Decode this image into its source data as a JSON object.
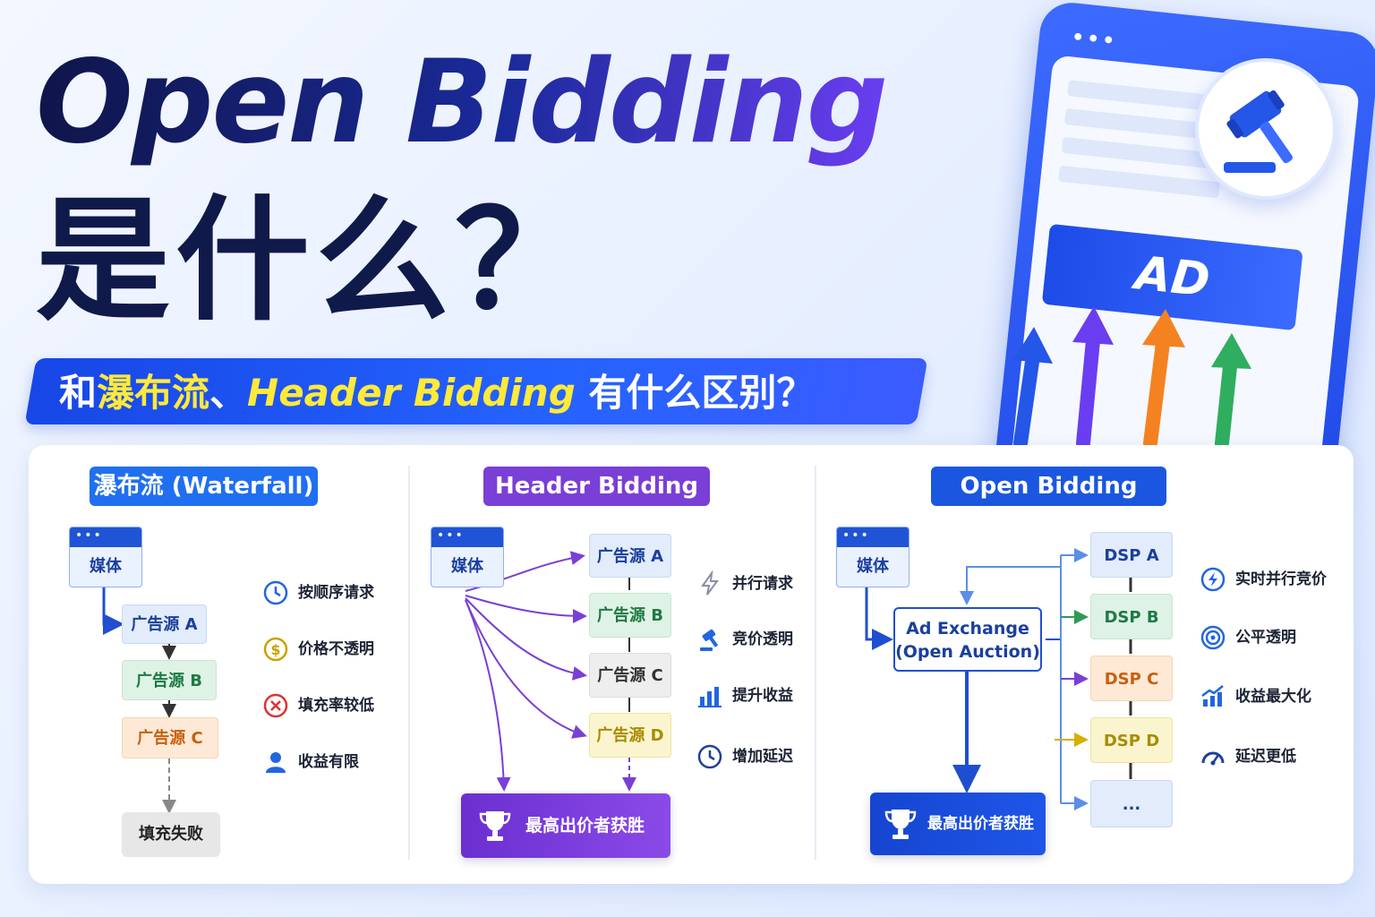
{
  "title": {
    "line1": "Open Bidding",
    "line2": "是什么？",
    "subtitle_prefix": "和",
    "subtitle_waterfall": "瀑布流",
    "subtitle_sep": "、",
    "subtitle_hb": "Header Bidding",
    "subtitle_suffix": " 有什么区别？"
  },
  "hero": {
    "ad_label": "AD",
    "window_dots": "•••"
  },
  "waterfall": {
    "title": "瀑布流 (Waterfall)",
    "media": "媒体",
    "dots": "•••",
    "sources": [
      "广告源 A",
      "广告源 B",
      "广告源 C"
    ],
    "fail": "填充失败",
    "features": [
      "按顺序请求",
      "价格不透明",
      "填充率较低",
      "收益有限"
    ]
  },
  "header_bidding": {
    "title": "Header Bidding",
    "media": "媒体",
    "dots": "•••",
    "sources": [
      "广告源 A",
      "广告源 B",
      "广告源 C",
      "广告源 D"
    ],
    "winner": "最高出价者获胜",
    "features": [
      "并行请求",
      "竞价透明",
      "提升收益",
      "增加延迟"
    ]
  },
  "open_bidding": {
    "title": "Open Bidding",
    "media": "媒体",
    "dots": "•••",
    "exchange_line1": "Ad Exchange",
    "exchange_line2": "(Open Auction)",
    "dsps": [
      "DSP A",
      "DSP B",
      "DSP C",
      "DSP D",
      "..."
    ],
    "winner": "最高出价者获胜",
    "features": [
      "实时并行竞价",
      "公平透明",
      "收益最大化",
      "延迟更低"
    ]
  },
  "colors": {
    "waterfall_title": "#1f6ff0",
    "hb_title": "#7a3fd6",
    "ob_title": "#1a56e0",
    "green": "#2e9a55",
    "orange": "#f07d1a",
    "yellow": "#d4b000",
    "purple": "#7a3fd6"
  }
}
